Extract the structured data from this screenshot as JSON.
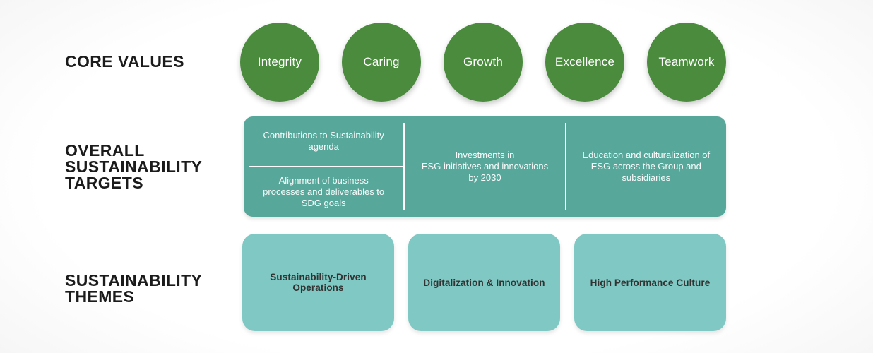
{
  "palette": {
    "core_value_green": "#4a8b3e",
    "targets_teal": "#58a79b",
    "themes_teal": "#7fc8c3",
    "heading_text": "#1b1b1b",
    "panel_text": "#ffffff",
    "theme_card_text": "#333333"
  },
  "core_values": {
    "label": "CORE VALUES",
    "items": [
      "Integrity",
      "Caring",
      "Growth",
      "Excellence",
      "Teamwork"
    ]
  },
  "targets": {
    "label": "OVERALL\nSUSTAINABILITY\nTARGETS",
    "cells": {
      "contributions": "Contributions to Sustainability\nagenda",
      "alignment": "Alignment of business\nprocesses and deliverables to\nSDG goals",
      "investments": "Investments in\nESG initiatives and innovations\nby 2030",
      "education": "Education and culturalization of\nESG across the Group and\nsubsidiaries"
    }
  },
  "themes": {
    "label": "SUSTAINABILITY\nTHEMES",
    "items": [
      "Sustainability-Driven\nOperations",
      "Digitalization & Innovation",
      "High Performance Culture"
    ]
  }
}
